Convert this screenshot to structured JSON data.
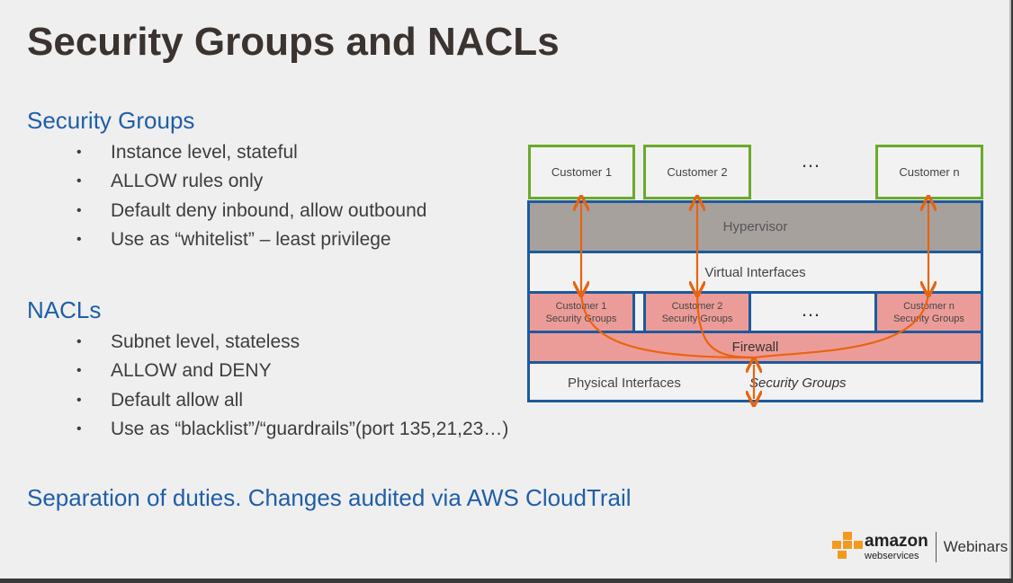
{
  "title": "Security Groups and NACLs",
  "sections": [
    {
      "heading": "Security Groups",
      "bullets": [
        "Instance level, stateful",
        "ALLOW rules only",
        "Default deny inbound, allow outbound",
        "Use as “whitelist” – least privilege"
      ]
    },
    {
      "heading": "NACLs",
      "bullets": [
        "Subnet level, stateless",
        "ALLOW and DENY",
        "Default allow all",
        "Use as “blacklist”/“guardrails”(port 135,21,23…)"
      ]
    }
  ],
  "footer": "Separation of duties.  Changes audited via AWS CloudTrail",
  "diagram": {
    "customers": [
      "Customer 1",
      "Customer 2",
      "Customer n"
    ],
    "ellipsis": "…",
    "hypervisor": "Hypervisor",
    "virtual_interfaces": "Virtual Interfaces",
    "customer_sgs": [
      [
        "Customer 1",
        "Security Groups"
      ],
      [
        "Customer 2",
        "Security Groups"
      ],
      [
        "Customer n",
        "Security Groups"
      ]
    ],
    "firewall": "Firewall",
    "physical_interfaces": "Physical Interfaces",
    "security_groups": "Security Groups",
    "colors": {
      "customer_border": "#6aaa2a",
      "layer_border": "#1d5a9c",
      "hypervisor": "#a7a19e",
      "sg_fill": "#ec9c98",
      "arrow": "#e8640f"
    }
  },
  "logo": {
    "brand": "amazon",
    "sub": "webservices",
    "label": "Webinars"
  }
}
